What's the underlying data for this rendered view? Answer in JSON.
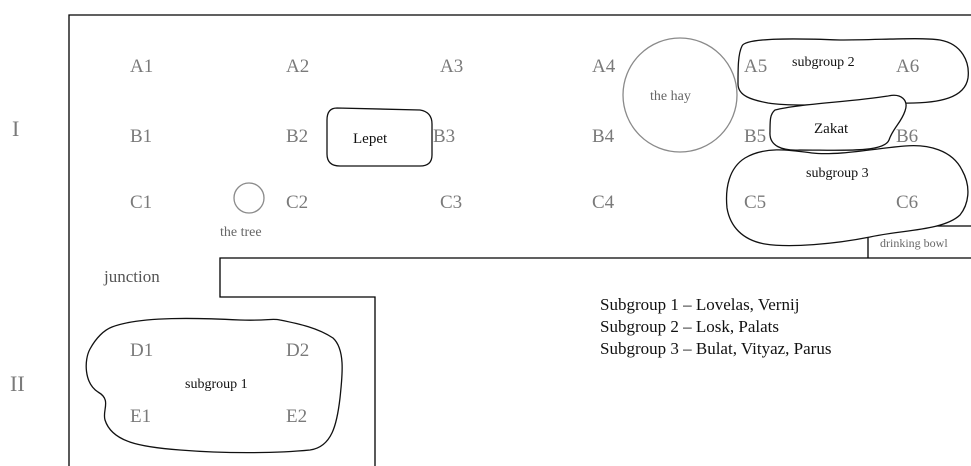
{
  "sections": [
    "I",
    "II"
  ],
  "cells": {
    "A1": "A1",
    "A2": "A2",
    "A3": "A3",
    "A4": "A4",
    "A5": "A5",
    "A6": "A6",
    "B1": "B1",
    "B2": "B2",
    "B3": "B3",
    "B4": "B4",
    "B5": "B5",
    "B6": "B6",
    "C1": "C1",
    "C2": "C2",
    "C3": "C3",
    "C4": "C4",
    "C5": "C5",
    "C6": "C6",
    "D1": "D1",
    "D2": "D2",
    "E1": "E1",
    "E2": "E2"
  },
  "landmarks": {
    "hay": "the hay",
    "tree": "the tree",
    "junction": "junction",
    "drinking_bowl": "drinking bowl"
  },
  "areas": {
    "lepet": "Lepet",
    "zakat": "Zakat",
    "subgroup1": "subgroup 1",
    "subgroup2": "subgroup 2",
    "subgroup3": "subgroup 3"
  },
  "legend": [
    "Subgroup 1 – Lovelas, Vernij",
    "Subgroup 2 – Losk, Palats",
    "Subgroup 3 – Bulat, Vityaz, Parus"
  ]
}
